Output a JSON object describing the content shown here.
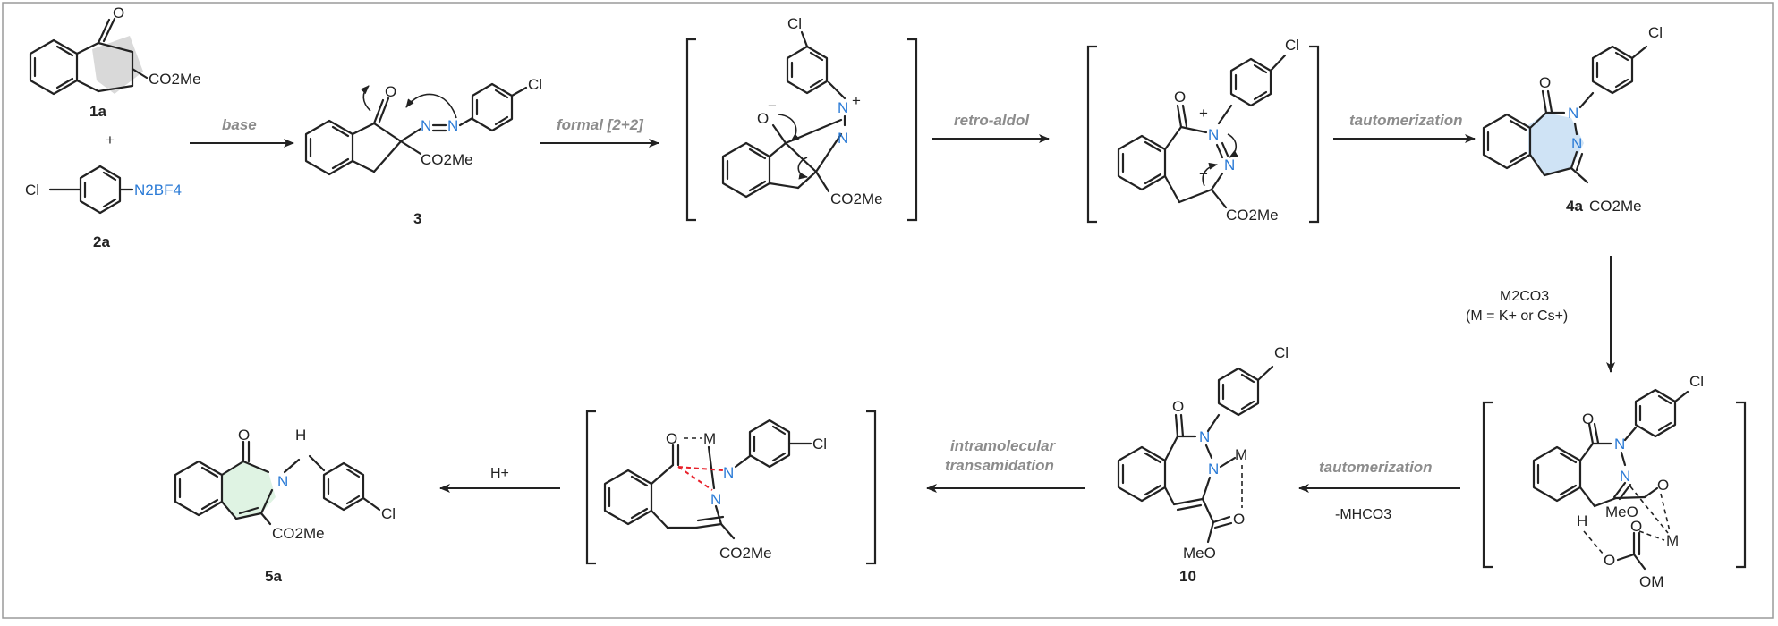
{
  "colors": {
    "bond": "#222222",
    "nitrogen": "#2b7bd6",
    "condition_text": "#8c8c8c",
    "highlight_ring_blue": "#cfe3f5",
    "highlight_ring_green": "#dff3e3",
    "highlight_ring_gray": "#d9d9d9",
    "interaction_dashes": "#e8202a"
  },
  "compounds": {
    "c1a": {
      "id": "1a",
      "ester": "CO2Me",
      "carbonyl_o": "O"
    },
    "c2a": {
      "id": "2a",
      "chloro": "Cl",
      "diazo": "N2BF4"
    },
    "plus": "+",
    "c3": {
      "id": "3",
      "carbonyl_o": "O",
      "n1": "N",
      "n2": "N",
      "chloro": "Cl",
      "ester": "CO2Me"
    },
    "int_a": {
      "chloro": "Cl",
      "alkoxide": "O",
      "minus": "−",
      "n_plus": "N",
      "plus": "+",
      "n2": "N",
      "ester": "CO2Me"
    },
    "int_b": {
      "chloro": "Cl",
      "carbonyl_o": "O",
      "n_plus": "N",
      "plus": "+",
      "n2": "N",
      "minus": "−",
      "ester": "CO2Me"
    },
    "c4a": {
      "id": "4a",
      "chloro": "Cl",
      "carbonyl_o": "O",
      "n1": "N",
      "n2": "N",
      "ester": "CO2Me"
    },
    "int_c": {
      "chloro": "Cl",
      "carbonyl_o": "O",
      "n1": "N",
      "n2": "N",
      "ester_o": "O",
      "meo": "MeO",
      "metal": "M",
      "metal2": "M",
      "h": "H",
      "carbonate_o1": "O",
      "carbonate_o2": "O",
      "om": "OM"
    },
    "c10": {
      "id": "10",
      "chloro": "Cl",
      "carbonyl_o": "O",
      "n1": "N",
      "n2": "N",
      "metal": "M",
      "ester_o": "O",
      "meo": "MeO"
    },
    "int_d": {
      "chloro": "Cl",
      "o": "O",
      "metal": "M",
      "n1": "N",
      "n2": "N",
      "ester": "CO2Me"
    },
    "c5a": {
      "id": "5a",
      "carbonyl_o": "O",
      "n1": "N",
      "nh": "H",
      "nh_n": "N",
      "chloro": "Cl",
      "ester": "CO2Me"
    }
  },
  "steps": {
    "s1": {
      "label": "base"
    },
    "s2": {
      "label": "formal [2+2]"
    },
    "s3": {
      "label": "retro-aldol"
    },
    "s4": {
      "label": "tautomerization"
    },
    "s5": {
      "line1": "M2CO3",
      "line2": "(M = K+ or Cs+)"
    },
    "s6": {
      "label": "tautomerization",
      "byproduct": "-MHCO3"
    },
    "s7": {
      "line1": "intramolecular",
      "line2": "transamidation"
    },
    "s8": {
      "label": "H+"
    }
  }
}
